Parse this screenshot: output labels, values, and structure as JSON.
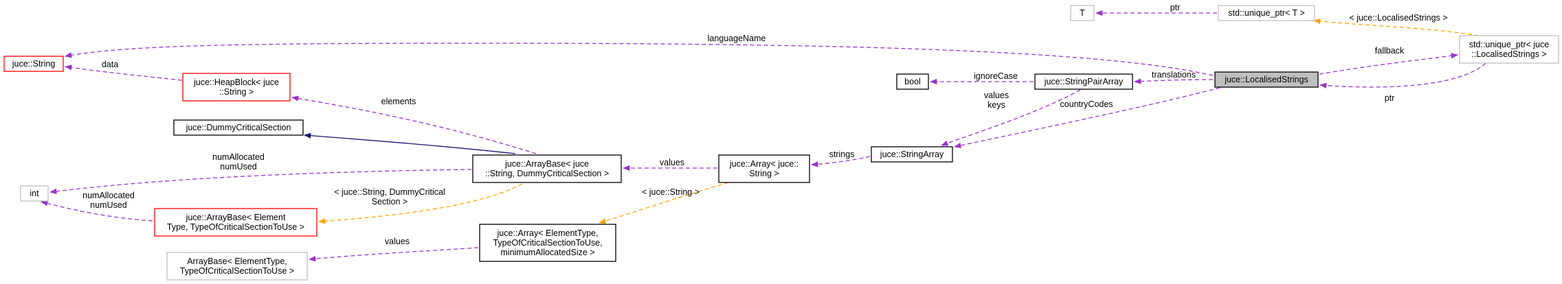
{
  "colors": {
    "usage_edge": "#9a32cd",
    "template_edge": "#ffa500",
    "inheritance_edge": "#191970",
    "highlight_fill": "#bfbfbf",
    "normal_border": "#000000",
    "truncated_border": "#ff0000",
    "external_border": "#bfbfbf"
  },
  "nodes": {
    "localised_strings": [
      "juce::LocalisedStrings"
    ],
    "unique_ptr_localised": [
      "std::unique_ptr< juce",
      "::LocalisedStrings >"
    ],
    "unique_ptr_t": [
      "std::unique_ptr< T >"
    ],
    "t": [
      "T"
    ],
    "string": [
      "juce::String"
    ],
    "heap_block": [
      "juce::HeapBlock< juce",
      "::String >"
    ],
    "bool": [
      "bool"
    ],
    "string_pair_array": [
      "juce::StringPairArray"
    ],
    "dummy_critical_section": [
      "juce::DummyCriticalSection"
    ],
    "string_array": [
      "juce::StringArray"
    ],
    "array_base_string": [
      "juce::ArrayBase< juce",
      "::String, DummyCriticalSection >"
    ],
    "array_string": [
      "juce::Array< juce::",
      "String >"
    ],
    "int": [
      "int"
    ],
    "array_base_template": [
      "juce::ArrayBase< Element",
      "Type, TypeOfCriticalSectionToUse >"
    ],
    "array_template": [
      "juce::Array< ElementType,",
      "TypeOfCriticalSectionToUse,",
      "minimumAllocatedSize >"
    ],
    "array_base_external": [
      "ArrayBase< ElementType,",
      "TypeOfCriticalSectionToUse >"
    ]
  },
  "edges": {
    "ptr_t": [
      "ptr"
    ],
    "template_localised": [
      "< juce::LocalisedStrings >"
    ],
    "language_name": [
      "languageName"
    ],
    "fallback": [
      "fallback"
    ],
    "ptr_self": [
      "ptr"
    ],
    "data": [
      "data"
    ],
    "ignore_case": [
      "ignoreCase"
    ],
    "translations": [
      "translations"
    ],
    "values_keys": [
      "values",
      "keys"
    ],
    "country_codes": [
      "countryCodes"
    ],
    "elements": [
      "elements"
    ],
    "strings": [
      "strings"
    ],
    "values_array": [
      "values"
    ],
    "num_allocated_1": [
      "numAllocated",
      "numUsed"
    ],
    "num_allocated_2": [
      "numAllocated",
      "numUsed"
    ],
    "template_string_dummy": [
      "< juce::String, DummyCritical",
      "Section >"
    ],
    "template_string": [
      "< juce::String >"
    ],
    "values_external": [
      "values"
    ],
    "inherits": []
  }
}
